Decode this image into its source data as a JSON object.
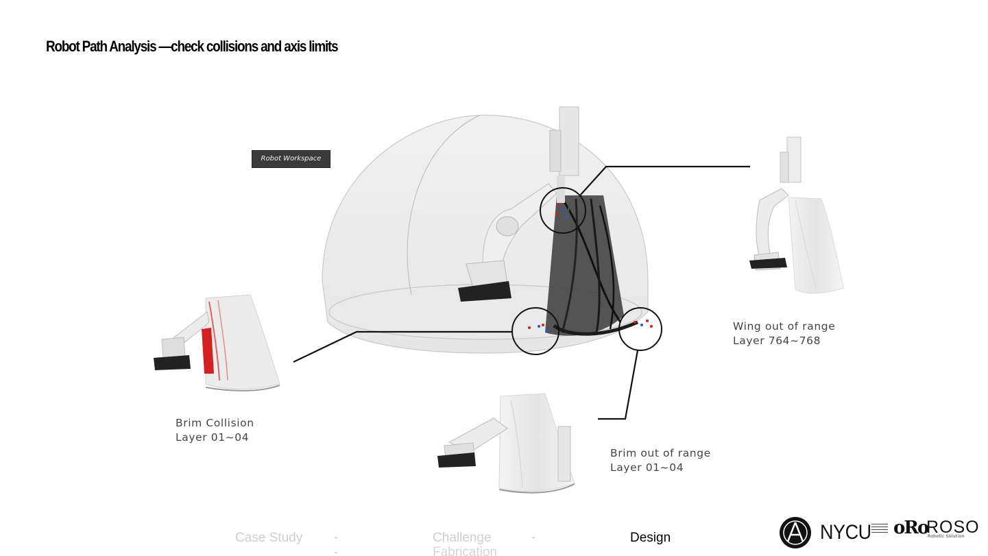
{
  "slide": {
    "title": "Robot Path Analysis —check collisions and axis limits",
    "workspace_label": "Robot Workspace"
  },
  "annotations": {
    "brim_collision": {
      "line1": "Brim Collision",
      "line2": "Layer 01~04"
    },
    "brim_out_of_range": {
      "line1": "Brim out of range",
      "line2": "Layer 01~04"
    },
    "wing_out_of_range": {
      "line1": "Wing out of range",
      "line2": "Layer 764~768"
    }
  },
  "footer": {
    "nav": [
      {
        "label": "Case Study",
        "active": false
      },
      {
        "label": "Challenge",
        "active": false
      },
      {
        "label": "Design",
        "active": true
      }
    ],
    "separator": "-",
    "sub_label": "Fabrication"
  },
  "logos": {
    "nycu": "NYCU",
    "roso_mark": "oRo",
    "roso": "ROSO",
    "roso_sub": "Robotic Solution"
  },
  "icons": {
    "university-seal": "circular-seal-icon",
    "roso-logo": "roso-logo-icon"
  },
  "colors": {
    "collision_red": "#d42020",
    "point_blue": "#2855d6",
    "dome_fill": "#ededed",
    "robot_base": "#222222"
  }
}
